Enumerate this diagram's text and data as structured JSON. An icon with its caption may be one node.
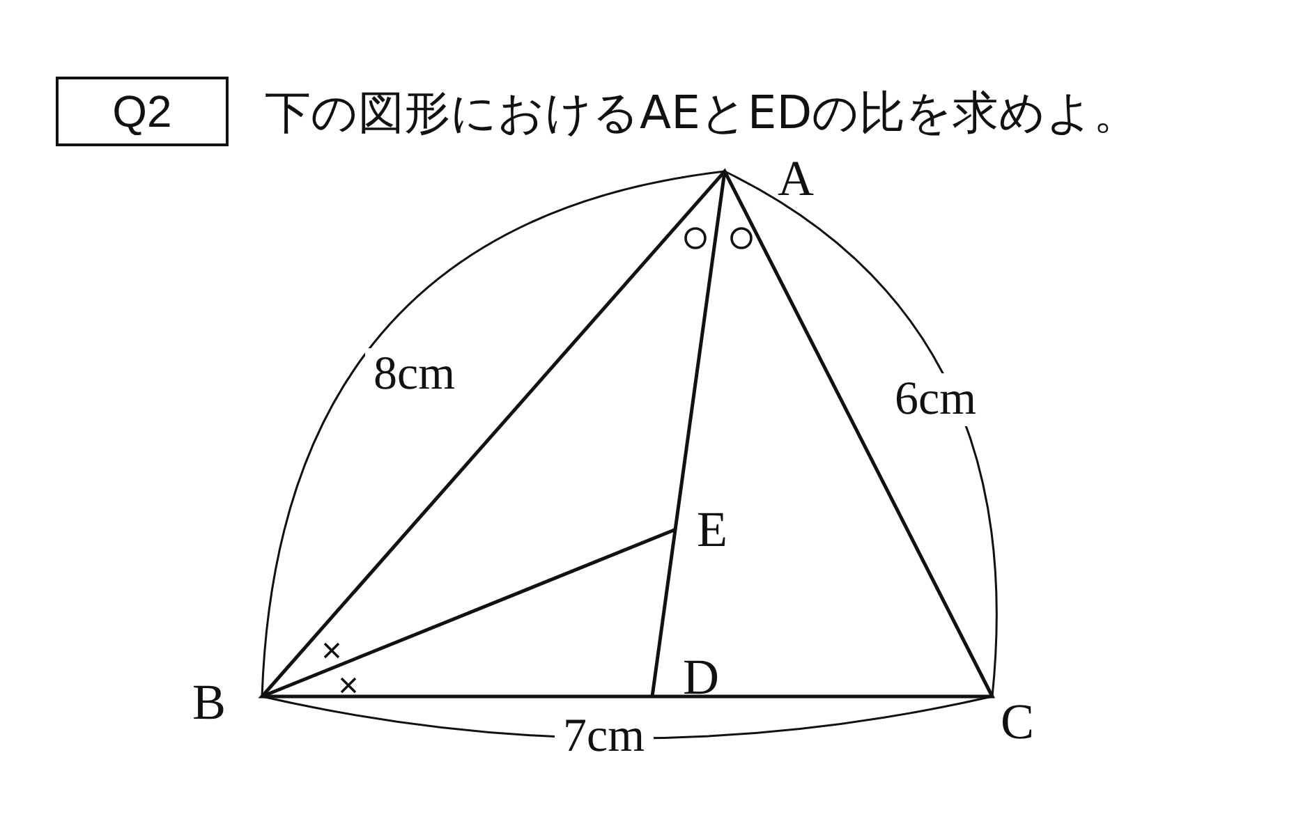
{
  "diagram": {
    "title": "下の図形におけるAEとEDの比を求めよ。",
    "nodes": [
      {
        "text": [
          "Q2"
        ]
      }
    ],
    "labels": [
      "A",
      "8cm",
      "6cm",
      "E",
      "B",
      "D",
      "C",
      "7cm"
    ]
  }
}
